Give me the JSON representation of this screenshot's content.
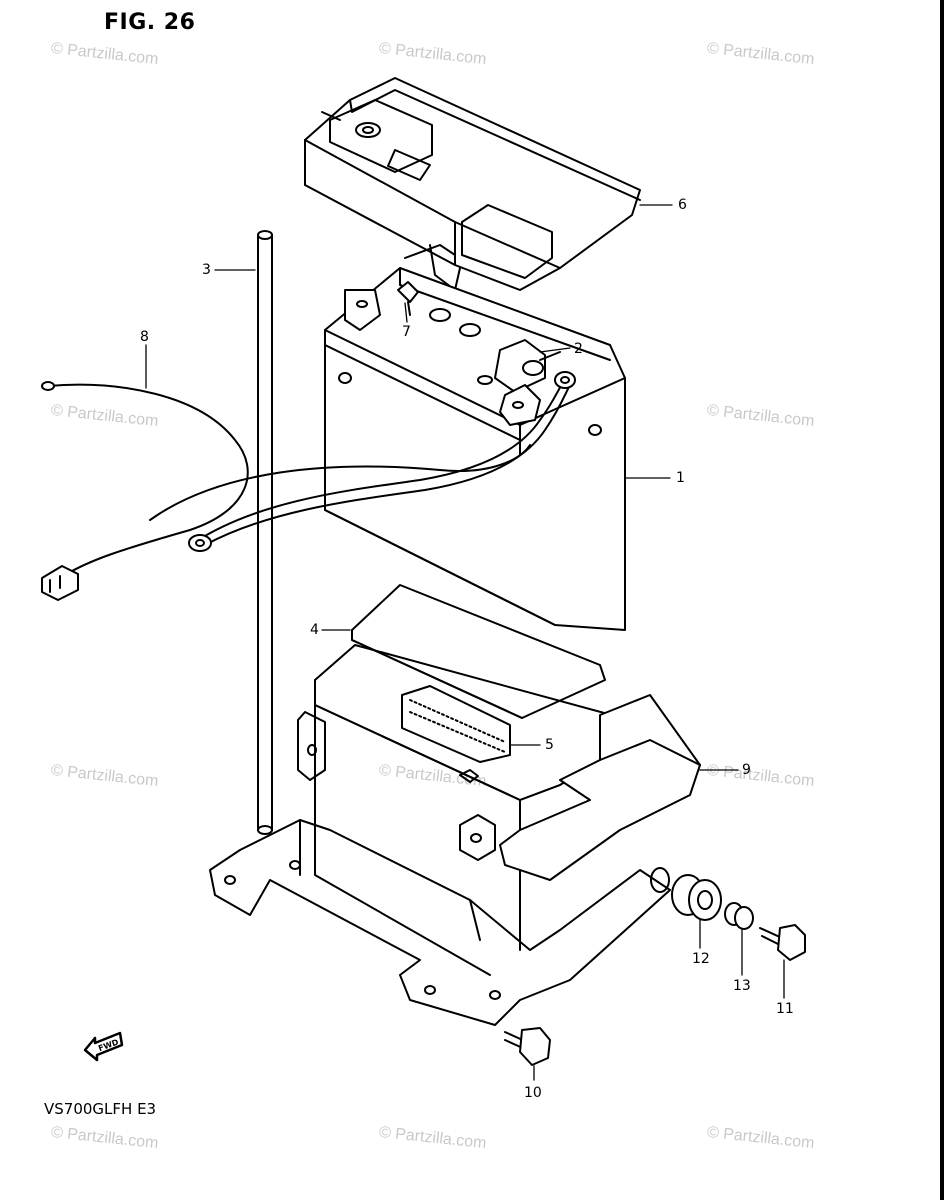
{
  "figure": {
    "title": "FIG. 26",
    "model_code": "VS700GLFH E3",
    "fwd_label": "FWD"
  },
  "callouts": [
    {
      "id": "1",
      "label": "1"
    },
    {
      "id": "2",
      "label": "2"
    },
    {
      "id": "3",
      "label": "3"
    },
    {
      "id": "4",
      "label": "4"
    },
    {
      "id": "5",
      "label": "5"
    },
    {
      "id": "6",
      "label": "6"
    },
    {
      "id": "7",
      "label": "7"
    },
    {
      "id": "8",
      "label": "8"
    },
    {
      "id": "9",
      "label": "9"
    },
    {
      "id": "10",
      "label": "10"
    },
    {
      "id": "11",
      "label": "11"
    },
    {
      "id": "12",
      "label": "12"
    },
    {
      "id": "13",
      "label": "13"
    }
  ],
  "watermark": {
    "text": "© Partzilla.com"
  },
  "colors": {
    "ink": "#000000",
    "watermark": "#c9c9c9",
    "background": "#ffffff"
  }
}
